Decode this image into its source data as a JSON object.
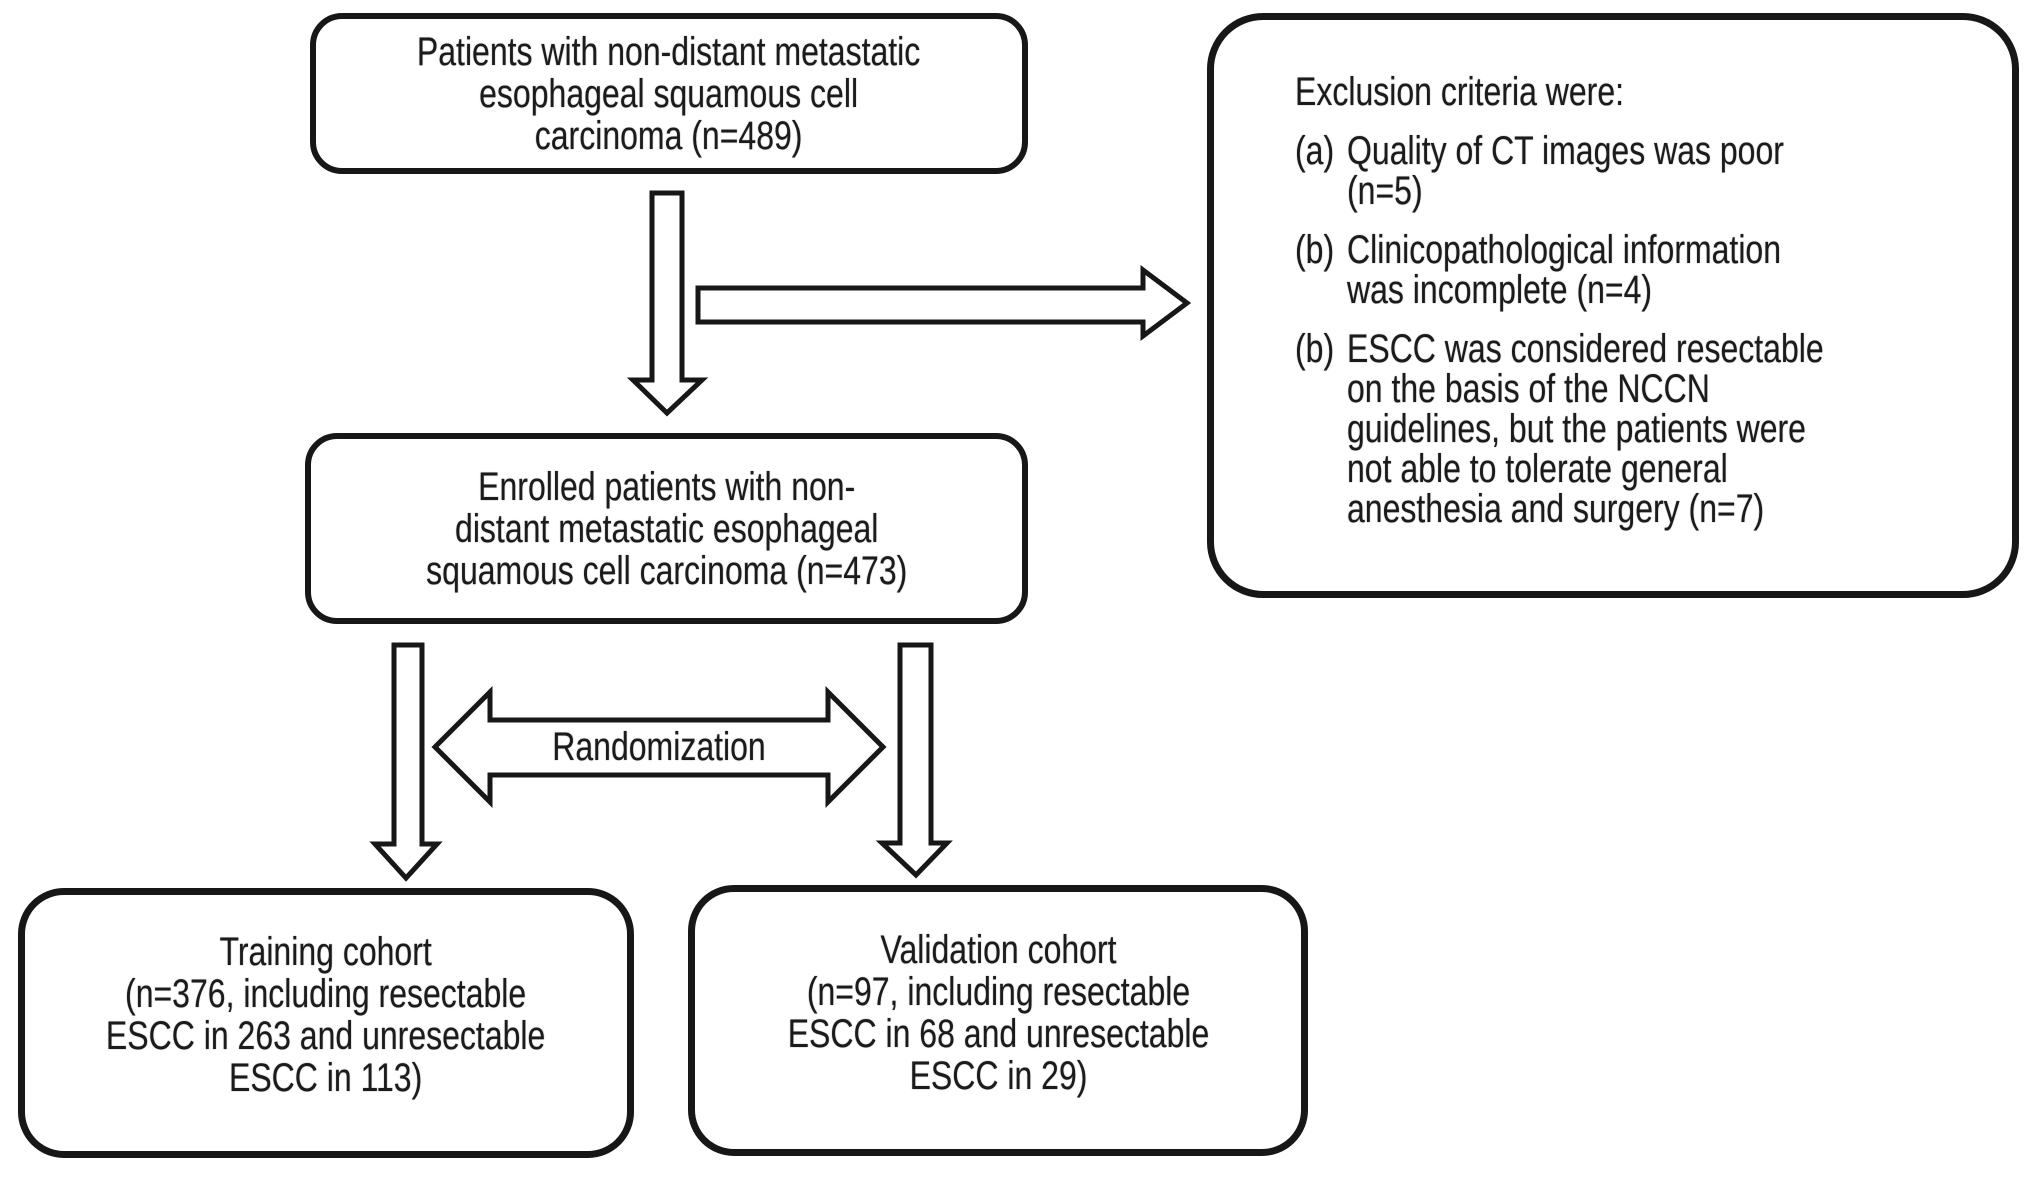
{
  "figure": {
    "background": "#ffffff",
    "line_color": "#171717"
  },
  "boxes": {
    "top": {
      "lines": [
        "Patients with non-distant metastatic",
        "esophageal squamous cell",
        "carcinoma (n=489)"
      ]
    },
    "enrolled": {
      "lines": [
        "Enrolled patients with non-",
        "distant metastatic esophageal",
        "squamous cell carcinoma (n=473)"
      ]
    },
    "training": {
      "lines": [
        "Training cohort",
        "(n=376, including resectable",
        "ESCC in 263 and unresectable",
        "ESCC in 113)"
      ]
    },
    "validation": {
      "lines": [
        "Validation cohort",
        "(n=97, including resectable",
        "ESCC in 68 and unresectable",
        "ESCC in 29)"
      ]
    },
    "exclusion": {
      "title": "Exclusion criteria were:",
      "items": [
        {
          "label": "(a)",
          "lines": [
            "Quality of CT images was poor",
            "(n=5)"
          ]
        },
        {
          "label": "(b)",
          "lines": [
            "Clinicopathological information",
            "was incomplete (n=4)"
          ]
        },
        {
          "label": "(b)",
          "lines": [
            "ESCC was considered resectable",
            "on the basis of the NCCN",
            "guidelines, but the patients were",
            "not able to tolerate general",
            "anesthesia and surgery (n=7)"
          ]
        }
      ]
    }
  },
  "arrows": {
    "randomization_label": "Randomization"
  }
}
